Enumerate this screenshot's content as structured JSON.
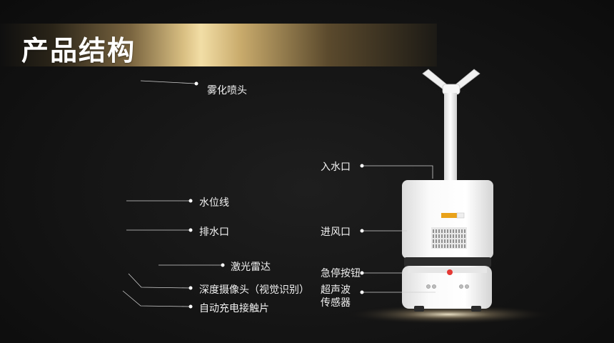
{
  "header": {
    "title": "产品结构"
  },
  "labels": {
    "spray_nozzle": "雾化喷头",
    "water_level": "水位线",
    "drain": "排水口",
    "lidar": "激光雷达",
    "depth_camera": "深度摄像头（视觉识别）",
    "charging_contact": "自动充电接触片",
    "water_inlet": "入水口",
    "air_inlet": "进风口",
    "emergency_stop": "急停按钮",
    "ultrasonic_line1": "超声波",
    "ultrasonic_line2": "传感器"
  },
  "colors": {
    "background": "#141414",
    "banner_gold": "#d9bf82",
    "text": "#f2f2f2",
    "robot_body": "#f4f4f4",
    "stop_button": "#e53935"
  }
}
